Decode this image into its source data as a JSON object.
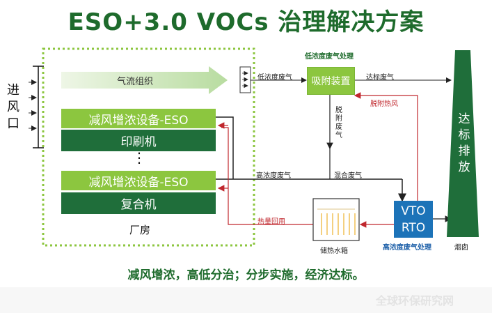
{
  "title": "ESO+3.0 VOCs 治理解决方案",
  "inlet": [
    "进",
    "风",
    "口"
  ],
  "airflow_label": "气流组织",
  "eso_label_1": "减风增浓设备-ESO",
  "machine_1": "印刷机",
  "eso_label_2": "减风增浓设备-ESO",
  "machine_2": "复合机",
  "ellipsis": "⋮",
  "factory_label": "厂房",
  "low_conc_title": "低浓度废气处理",
  "low_conc_gas": "低浓度废气",
  "adsorber": "吸附装置",
  "compliant_gas": "达标废气",
  "desorb_hot_air": "脱附热风",
  "desorb_gas": [
    "脱",
    "附",
    "废",
    "气"
  ],
  "high_conc_gas": "高浓度废气",
  "mixed_gas": "混合废气",
  "vto": "VTO",
  "rto": "RTO",
  "high_conc_title": "高浓度废气处理",
  "heat_recovery": "热量回用",
  "tank_label": "储热水箱",
  "chimney_text": [
    "达",
    "标",
    "排",
    "放"
  ],
  "chimney_label": "烟囱",
  "slogan": "减风增浓，高低分治；分步实施，经济达标。",
  "watermark": "全球环保研究网",
  "colors": {
    "title_green": "#1e6b2c",
    "light_green": "#8cc63f",
    "dark_green": "#1f6e3a",
    "blue": "#1c73b8",
    "red": "#c0272d"
  }
}
